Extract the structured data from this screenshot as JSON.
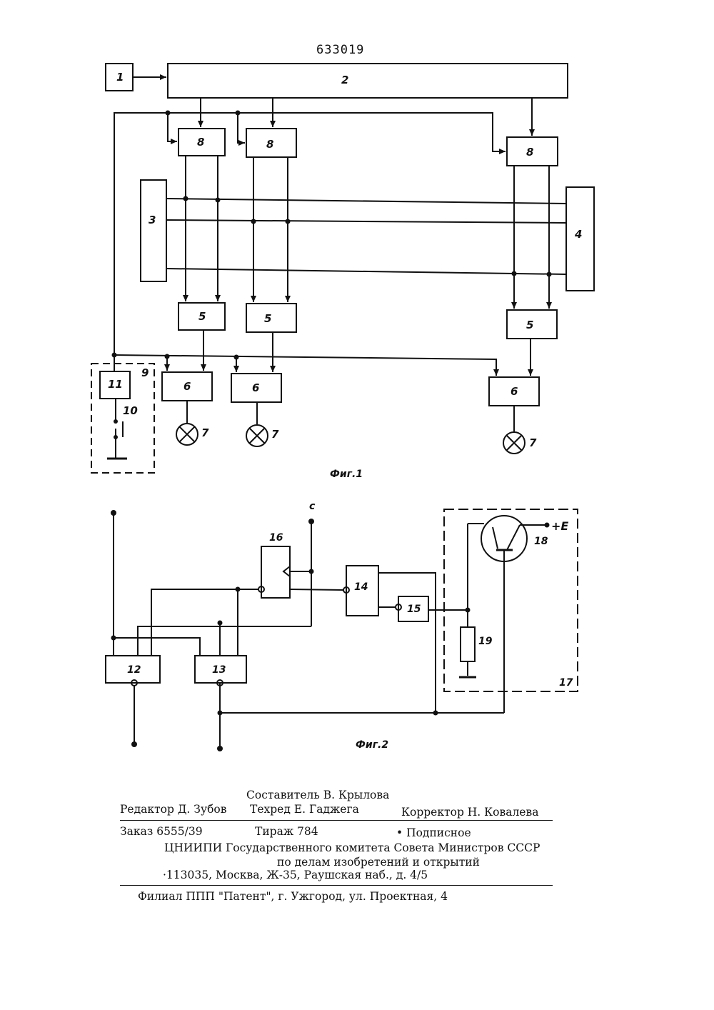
{
  "patent_number": "633019",
  "figure1": {
    "caption": "Фиг.1",
    "block_labels": {
      "b1": "1",
      "b2": "2",
      "b3": "3",
      "b4": "4",
      "b5": "5",
      "b6": "6",
      "b7": "7",
      "b8": "8",
      "b9": "9",
      "b10": "10",
      "b11": "11"
    }
  },
  "figure2": {
    "caption": "Фиг.2",
    "labels": {
      "b12": "12",
      "b13": "13",
      "b14": "14",
      "b15": "15",
      "b16": "16",
      "b17": "17",
      "b18": "18",
      "b19": "19",
      "input_c": "c",
      "supply": "+E"
    }
  },
  "imprint": {
    "compiler": "Составитель В. Крылова",
    "editor": "Редактор Д. Зубов",
    "techred": "Техред Е. Гаджега",
    "corrector": "Корректор Н. Ковалева",
    "order": "Заказ 6555/39",
    "circulation": "Тираж 784",
    "subscription": "• Подписное",
    "org_line1": "ЦНИИПИ Государственного комитета Совета Министров СССР",
    "org_line2": "по делам изобретений и открытий",
    "address": "·113035, Москва, Ж-35, Раушская наб., д. 4/5",
    "branch": "Филиал ППП \"Патент\", г. Ужгород, ул. Проектная, 4"
  }
}
